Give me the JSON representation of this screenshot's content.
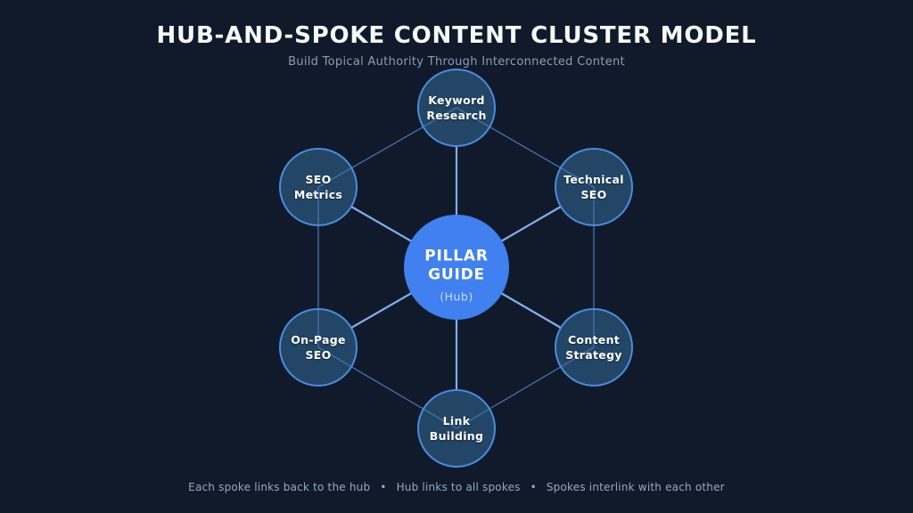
{
  "title": "HUB-AND-SPOKE CONTENT CLUSTER MODEL",
  "subtitle": "Build Topical Authority Through Interconnected Content",
  "hub": {
    "line1": "PILLAR",
    "line2": "GUIDE",
    "sublabel": "(Hub)"
  },
  "nodes": [
    {
      "id": "keyword-research",
      "line1": "Keyword",
      "line2": "Research"
    },
    {
      "id": "technical-seo",
      "line1": "Technical",
      "line2": "SEO"
    },
    {
      "id": "content-strategy",
      "line1": "Content",
      "line2": "Strategy"
    },
    {
      "id": "link-building",
      "line1": "Link",
      "line2": "Building"
    },
    {
      "id": "on-page-seo",
      "line1": "On-Page",
      "line2": "SEO"
    },
    {
      "id": "seo-metrics",
      "line1": "SEO",
      "line2": "Metrics"
    }
  ],
  "footer": {
    "items": [
      "Each spoke links back to the hub",
      "Hub links to all spokes",
      "Spokes interlink with each other"
    ],
    "separator": "•"
  },
  "colors": {
    "background": "#101a2b",
    "hub_fill": "#4080ef",
    "hub_text": "#ffffff",
    "hub_subtext": "#cddcf7",
    "spoke_fill": "#234666",
    "spoke_border": "#4a8ce0",
    "spoke_text": "#ffffff",
    "hub_line": "#82aeea",
    "ring_line": "#4573b0",
    "title_text": "#f8fafc",
    "subtitle_text": "#8b9cb8",
    "footer_text": "#93a9c9"
  }
}
